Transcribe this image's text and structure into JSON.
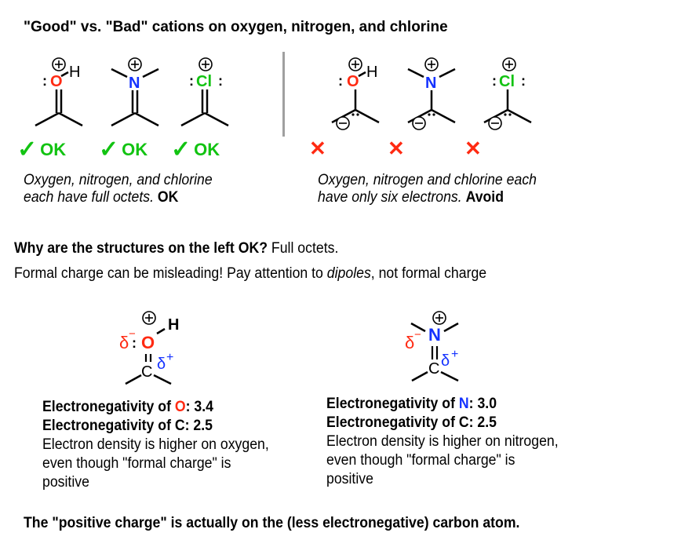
{
  "title": "\"Good\" vs. \"Bad\" cations on oxygen, nitrogen, and chlorine",
  "colors": {
    "oxygen": "#ff2a12",
    "nitrogen": "#1432ff",
    "chlorine": "#12c312",
    "ok": "#12c312",
    "bad": "#ff2a12",
    "divider": "#a0a0a0"
  },
  "good_structures": [
    {
      "atom": "O",
      "substituent": "H",
      "lone_pairs": ":",
      "charge": "+",
      "verdict_icon": "check",
      "verdict": "OK"
    },
    {
      "atom": "N",
      "substituent": "methyls",
      "charge": "+",
      "verdict_icon": "check",
      "verdict": "OK"
    },
    {
      "atom": "Cl",
      "lone_pairs": ":Cl:",
      "charge": "+",
      "verdict_icon": "check",
      "verdict": "OK"
    }
  ],
  "bad_structures": [
    {
      "atom": "O",
      "substituent": "H",
      "charge": "+",
      "carbanion_charge": "−",
      "verdict_icon": "x"
    },
    {
      "atom": "N",
      "substituent": "methyls",
      "charge": "+",
      "carbanion_charge": "−",
      "verdict_icon": "x"
    },
    {
      "atom": "Cl",
      "charge": "+",
      "carbanion_charge": "−",
      "verdict_icon": "x"
    }
  ],
  "labels": {
    "O": "O",
    "N": "N",
    "Cl": "Cl",
    "H": "H",
    "C": "C",
    "plus": "+",
    "minus": "−",
    "delta": "δ",
    "ok": "OK",
    "check": "✓",
    "x": "✕"
  },
  "left_caption": {
    "line1": "Oxygen, nitrogen, and chlorine",
    "line2": "each have full octets.",
    "bold": "OK"
  },
  "right_caption": {
    "line1": "Oxygen, nitrogen and chlorine each",
    "line2": "have only six electrons.",
    "bold": "Avoid"
  },
  "question": {
    "bold": "Why are the structures on the left OK?",
    "answer": "Full octets."
  },
  "formal_charge_note": {
    "before": "Formal charge can be misleading! Pay attention to ",
    "italic": "dipoles",
    "after": ", not formal charge"
  },
  "dipole_oxygen": {
    "en_line1_prefix": "Electronegativity of ",
    "en_line1_atom": "O",
    "en_line1_value": ": 3.4",
    "en_line2": "Electronegativity of C: 2.5",
    "explanation": "Electron density is higher on oxygen, even though \"formal charge\" is positive"
  },
  "dipole_nitrogen": {
    "en_line1_prefix": "Electronegativity of ",
    "en_line1_atom": "N",
    "en_line1_value": ": 3.0",
    "en_line2": "Electronegativity of C: 2.5",
    "explanation": "Electron density is higher on nitrogen, even though \"formal charge\" is positive"
  },
  "conclusion": "The \"positive charge\" is actually on the (less electronegative) carbon atom."
}
